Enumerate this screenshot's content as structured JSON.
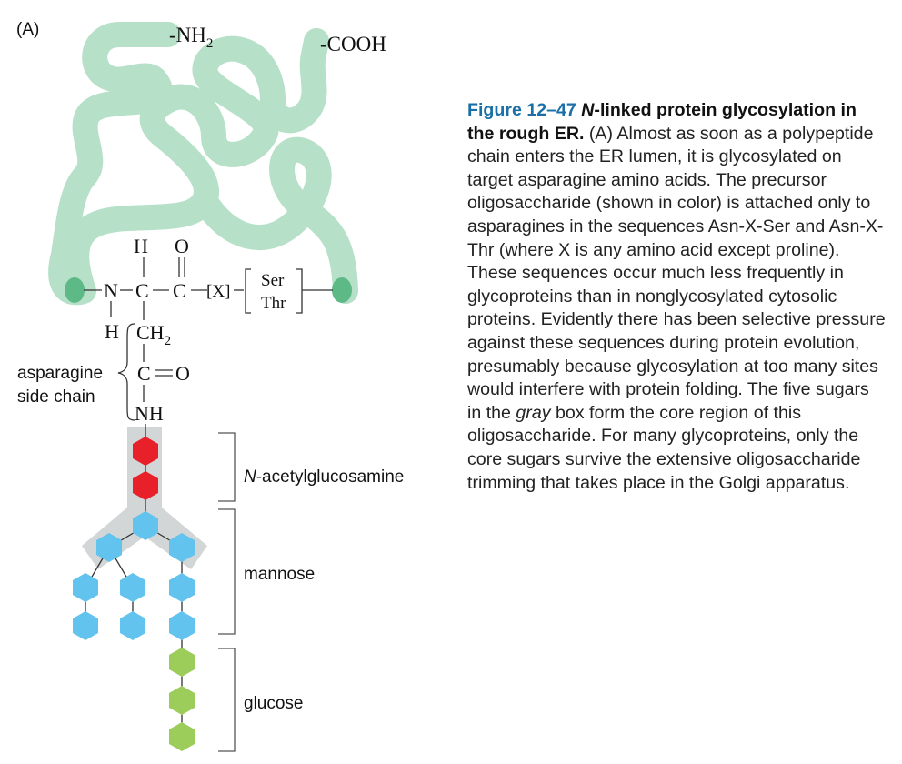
{
  "panel_label": "(A)",
  "chain": {
    "nh2": "-NH",
    "nh2_sub": "2",
    "cooh": "-COOH"
  },
  "structure": {
    "h_top": "H",
    "o_top": "O",
    "backbone_n": "N",
    "backbone_c1": "C",
    "backbone_c2": "C",
    "x_residue": "X",
    "ser": "Ser",
    "thr": "Thr",
    "h_n": "H",
    "ch2": "CH",
    "ch2_sub": "2",
    "c_side": "C",
    "o_side": "O",
    "nh_side": "NH"
  },
  "labels": {
    "side_chain_line1": "asparagine",
    "side_chain_line2": "side chain",
    "nag_italic": "N",
    "nag_rest": "-acetylglucosamine",
    "mannose": "mannose",
    "glucose": "glucose"
  },
  "colors": {
    "chain": "#b6e0c8",
    "chain_ends": "#5dba86",
    "nag": "#e8202a",
    "mannose": "#62c3ee",
    "glucose": "#9ccc5a",
    "core_box": "#d3d6d6"
  },
  "caption": {
    "figure_number": "Figure 12–47",
    "title_italic": "N",
    "title_rest": "-linked protein glycosylation in the rough ER.",
    "part1": " (A) Almost as soon as a polypeptide chain enters the ER lumen, it is glycosylated on target asparagine amino acids. The precursor oligosaccharide (shown in color) is attached only to asparagines in the sequences Asn-X-Ser and Asn-X-Thr (where X is any amino acid except proline). These sequences occur much less frequently in glycoproteins than in nonglycosylated cytosolic proteins. Evidently there has been selective pressure against these sequences during protein evolution, presumably because glycosylation at too many sites would interfere with protein folding. The five sugars in the ",
    "italic_word": "gray",
    "part2": " box form the core region of this oligosaccharide. For many glycoproteins, only the core sugars survive the extensive oligosaccharide trimming that takes place in the Golgi apparatus."
  }
}
